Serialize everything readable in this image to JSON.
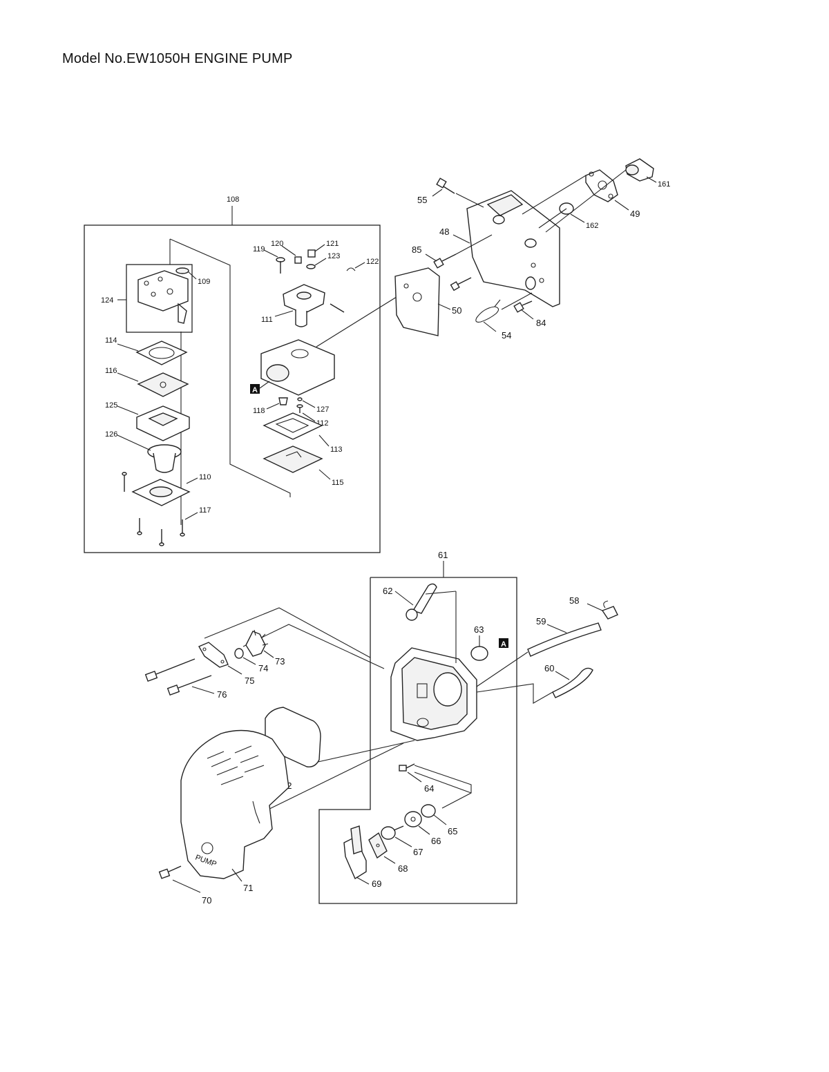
{
  "title": "Model No.EW1050H ENGINE PUMP",
  "ref_tag": "A",
  "pump_text": "PUMP",
  "parts": {
    "p108": "108",
    "p109": "109",
    "p110": "110",
    "p111": "111",
    "p112": "112",
    "p113": "113",
    "p114": "114",
    "p115": "115",
    "p116": "116",
    "p117": "117",
    "p118": "118",
    "p119": "119",
    "p120": "120",
    "p121": "121",
    "p122": "122",
    "p123": "123",
    "p124": "124",
    "p125": "125",
    "p126": "126",
    "p127": "127",
    "p48": "48",
    "p49": "49",
    "p50": "50",
    "p54": "54",
    "p55": "55",
    "p58": "58",
    "p59": "59",
    "p60": "60",
    "p61": "61",
    "p62": "62",
    "p63": "63",
    "p64": "64",
    "p65": "65",
    "p66": "66",
    "p67": "67",
    "p68": "68",
    "p69": "69",
    "p70": "70",
    "p71": "71",
    "p72": "72",
    "p73": "73",
    "p74": "74",
    "p75": "75",
    "p76": "76",
    "p84": "84",
    "p85": "85",
    "p161": "161",
    "p162": "162"
  }
}
